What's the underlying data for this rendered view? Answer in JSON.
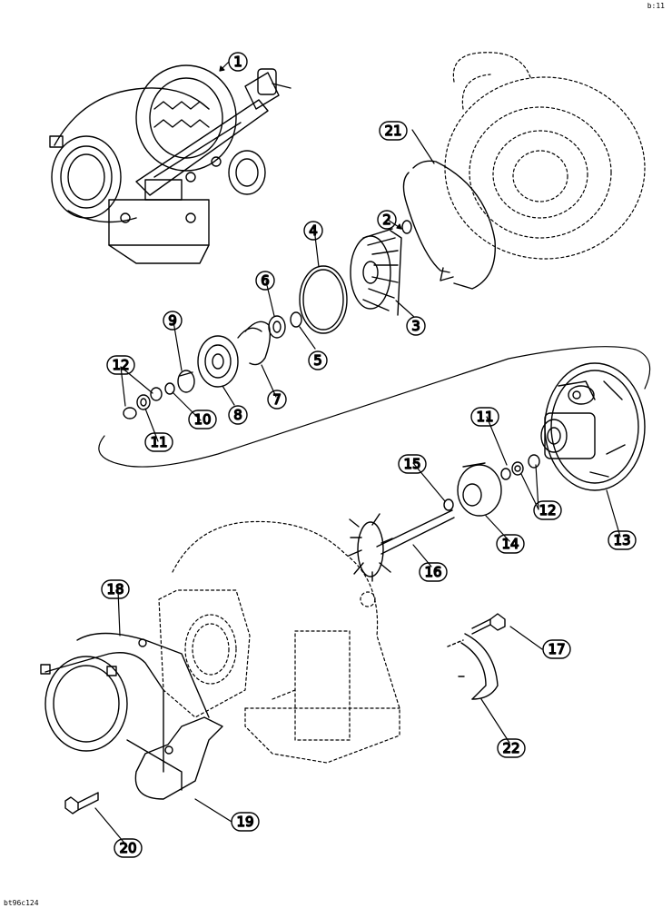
{
  "corner_top_text": "b:11",
  "figure_code": "bt96c124",
  "callouts": [
    {
      "id": "c1",
      "label": "1"
    },
    {
      "id": "c2",
      "label": "2"
    },
    {
      "id": "c3",
      "label": "3"
    },
    {
      "id": "c4",
      "label": "4"
    },
    {
      "id": "c5",
      "label": "5"
    },
    {
      "id": "c6",
      "label": "6"
    },
    {
      "id": "c7",
      "label": "7"
    },
    {
      "id": "c8",
      "label": "8"
    },
    {
      "id": "c9",
      "label": "9"
    },
    {
      "id": "c10",
      "label": "10"
    },
    {
      "id": "c11a",
      "label": "11"
    },
    {
      "id": "c11b",
      "label": "11"
    },
    {
      "id": "c12a",
      "label": "12"
    },
    {
      "id": "c12b",
      "label": "12"
    },
    {
      "id": "c13",
      "label": "13"
    },
    {
      "id": "c14",
      "label": "14"
    },
    {
      "id": "c15",
      "label": "15"
    },
    {
      "id": "c16",
      "label": "16"
    },
    {
      "id": "c17",
      "label": "17"
    },
    {
      "id": "c18",
      "label": "18"
    },
    {
      "id": "c19",
      "label": "19"
    },
    {
      "id": "c20",
      "label": "20"
    },
    {
      "id": "c21",
      "label": "21"
    },
    {
      "id": "c22",
      "label": "22"
    }
  ]
}
